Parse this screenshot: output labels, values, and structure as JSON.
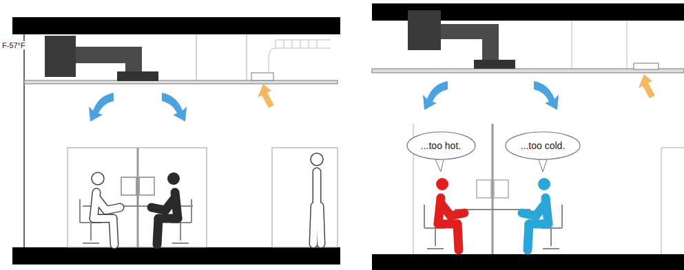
{
  "diagram": {
    "nodes": [
      {
        "text": [
          "...too hot."
        ]
      },
      {
        "text": [
          "...too cold."
        ]
      }
    ],
    "labels": [
      "F-57°F"
    ]
  }
}
